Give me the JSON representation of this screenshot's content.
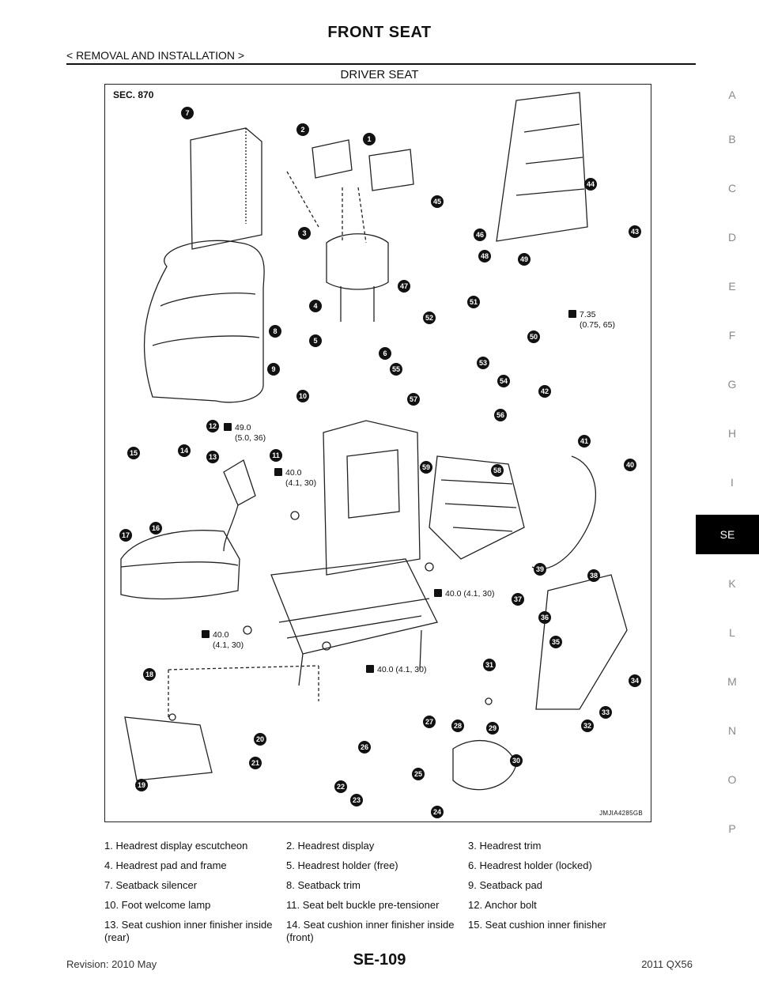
{
  "header": {
    "title": "FRONT SEAT",
    "breadcrumb": "< REMOVAL AND INSTALLATION >",
    "section": "DRIVER SEAT"
  },
  "figure": {
    "sec": "SEC. 870",
    "code": "JMJIA4285GB",
    "torques": [
      "49.0\n(5.0, 36)",
      "40.0\n(4.1, 30)",
      "7.35\n(0.75, 65)",
      "40.0 (4.1, 30)",
      "40.0\n(4.1, 30)",
      "40.0 (4.1, 30)"
    ],
    "callouts": [
      "1",
      "2",
      "3",
      "4",
      "5",
      "6",
      "7",
      "8",
      "9",
      "10",
      "11",
      "12",
      "13",
      "14",
      "15",
      "16",
      "17",
      "18",
      "19",
      "20",
      "21",
      "22",
      "23",
      "24",
      "25",
      "26",
      "27",
      "28",
      "29",
      "30",
      "31",
      "32",
      "33",
      "34",
      "35",
      "36",
      "37",
      "38",
      "39",
      "40",
      "41",
      "42",
      "43",
      "44",
      "45",
      "46",
      "47",
      "48",
      "49",
      "50",
      "51",
      "52",
      "53",
      "54",
      "55",
      "56",
      "57",
      "58",
      "59"
    ]
  },
  "side_tabs": [
    "A",
    "B",
    "C",
    "D",
    "E",
    "F",
    "G",
    "H",
    "I",
    "SE",
    "K",
    "L",
    "M",
    "N",
    "O",
    "P"
  ],
  "active_tab": "SE",
  "legend": [
    [
      "1.  Headrest display escutcheon",
      "2.  Headrest display",
      "3.  Headrest trim"
    ],
    [
      "4.  Headrest pad and frame",
      "5.  Headrest holder (free)",
      "6.  Headrest holder (locked)"
    ],
    [
      "7.  Seatback silencer",
      "8.  Seatback trim",
      "9.  Seatback pad"
    ],
    [
      "10.  Foot welcome lamp",
      "11.  Seat belt buckle pre-tensioner",
      "12.  Anchor bolt"
    ],
    [
      "13.  Seat cushion inner finisher inside\n       (rear)",
      "14.  Seat cushion inner finisher inside\n       (front)",
      "15.  Seat cushion inner finisher"
    ]
  ],
  "footer": {
    "revision": "Revision: 2010 May",
    "page": "SE-109",
    "model": "2011 QX56"
  }
}
